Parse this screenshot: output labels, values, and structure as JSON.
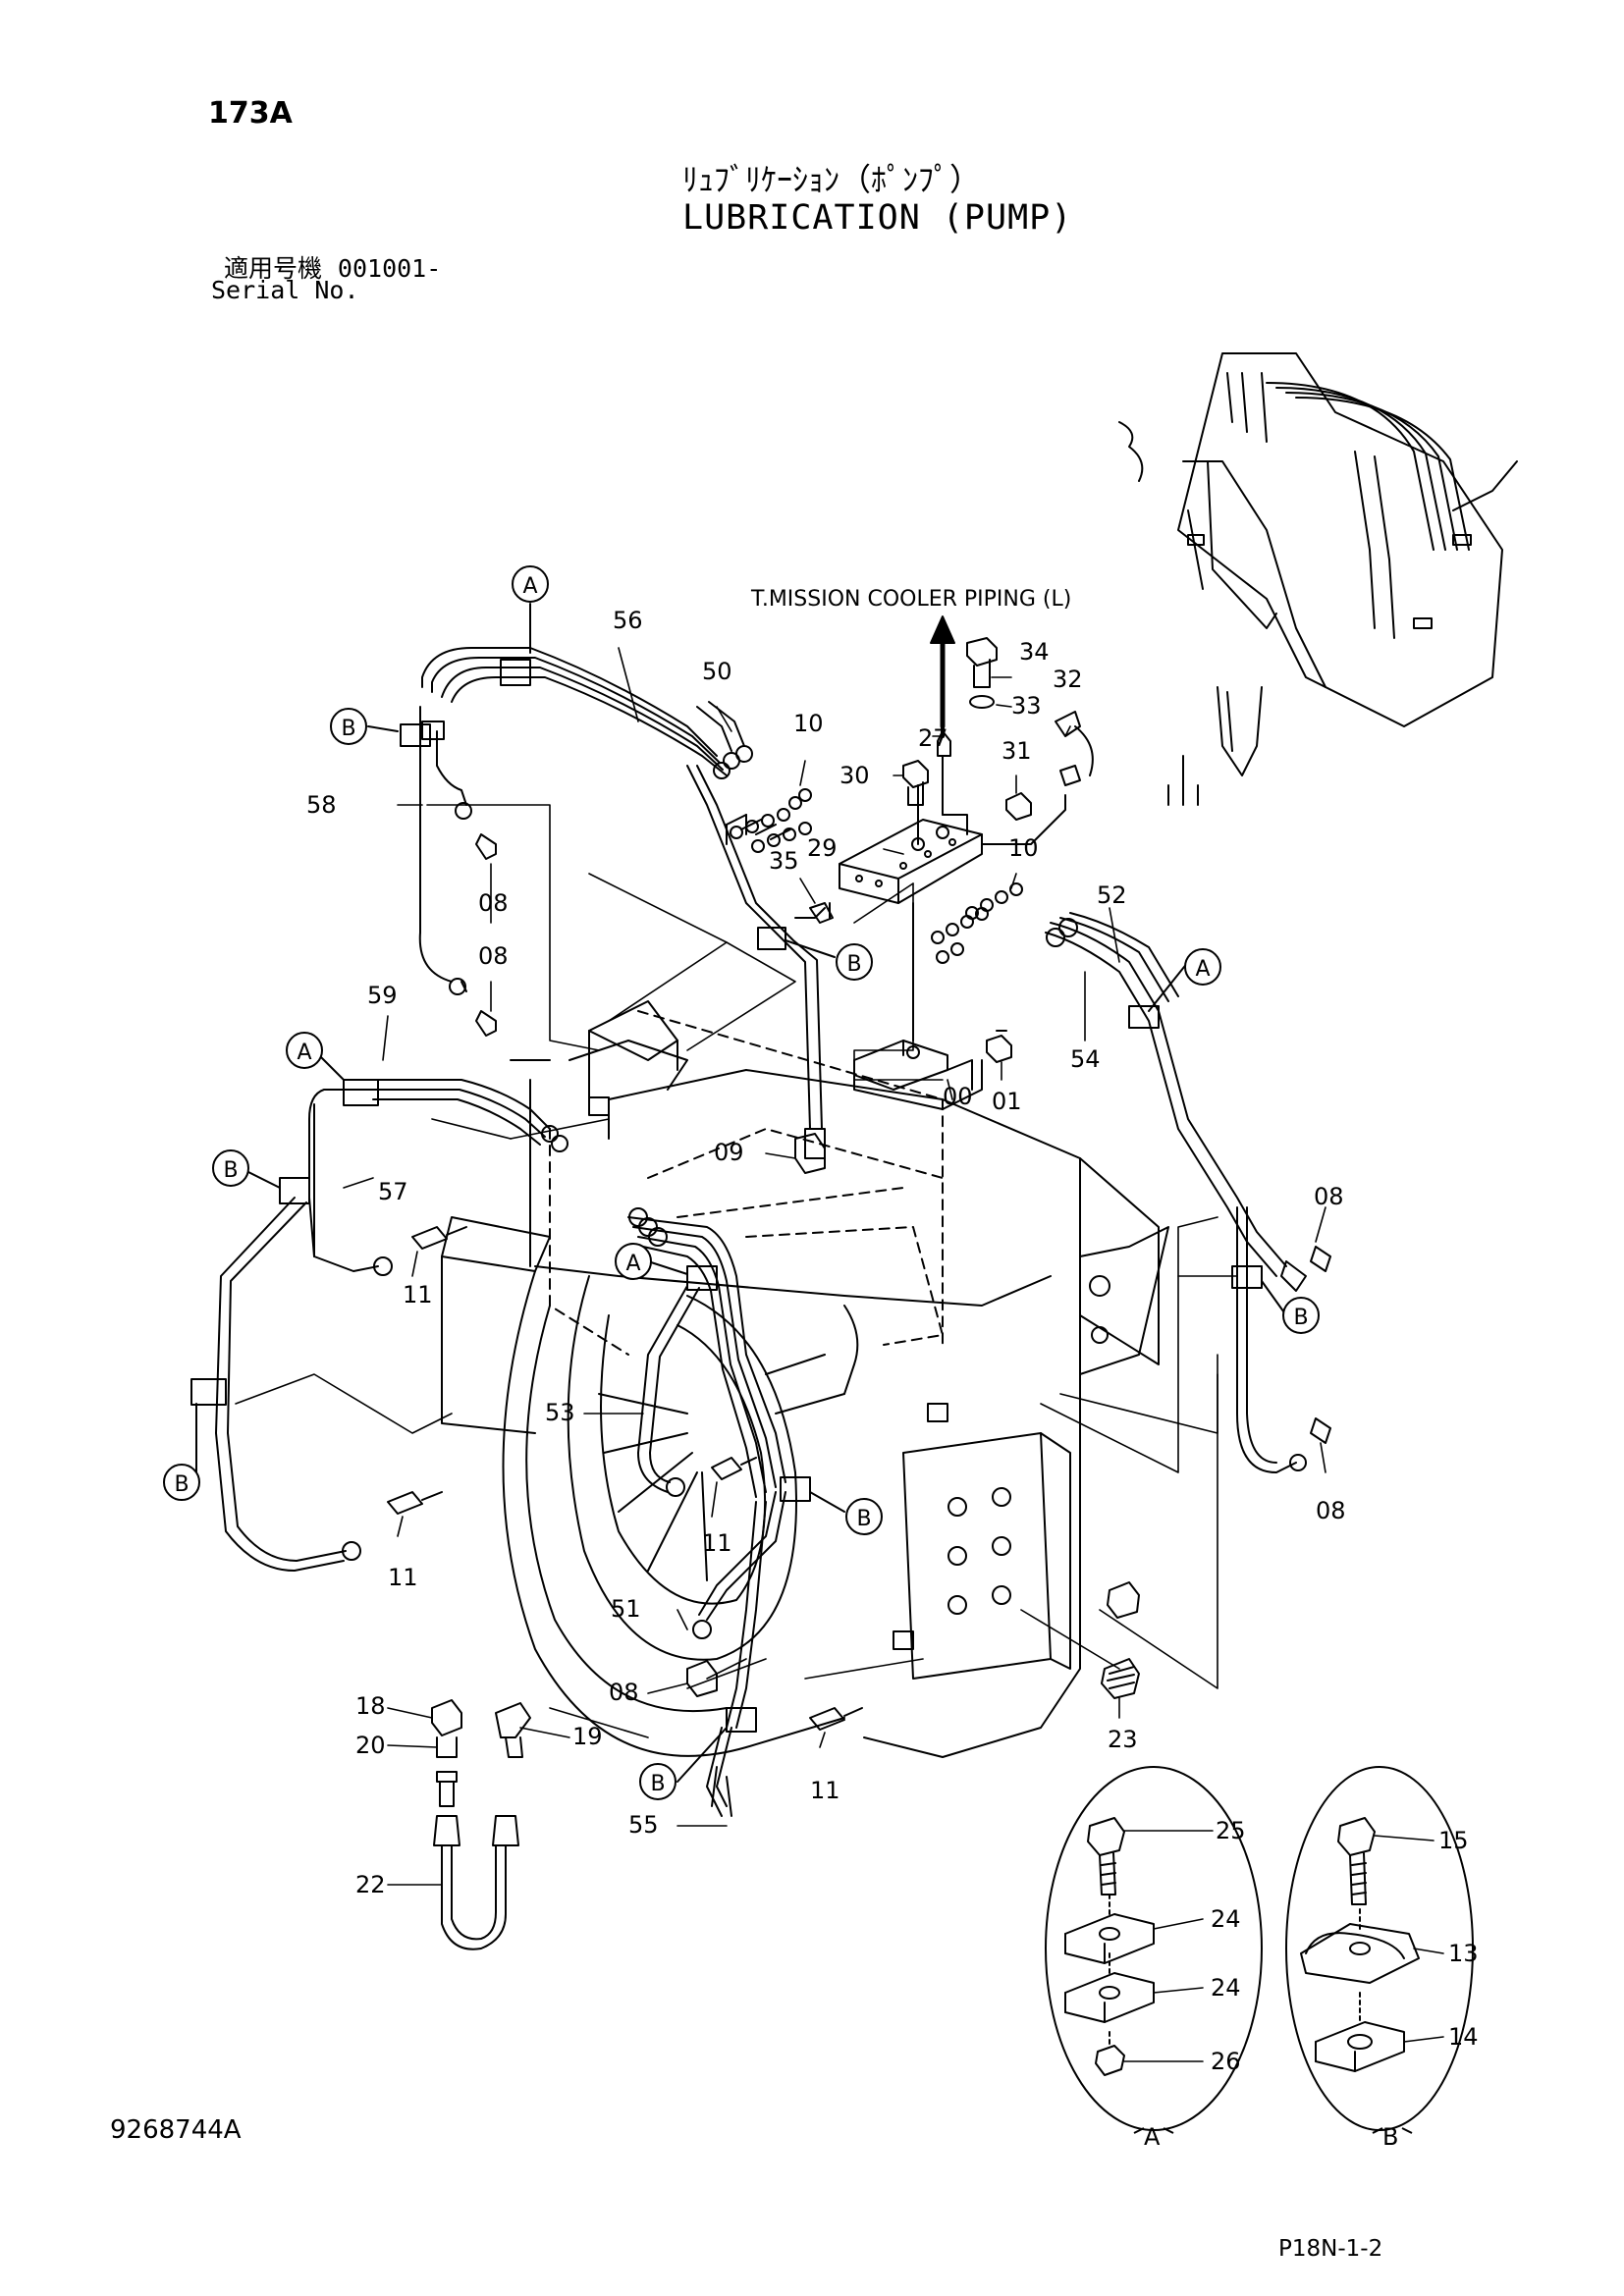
{
  "header": {
    "page_number": "173A",
    "title_jp": "ﾘｭﾌﾞﾘｹｰｼｮﾝ（ﾎﾟﾝﾌﾟ）",
    "title_en": "LUBRICATION (PUMP)",
    "serial_label_jp": "適用号機",
    "serial_range": "001001-",
    "serial_label_en": "Serial No."
  },
  "annotation": {
    "note": "T.MISSION COOLER PIPING (L)"
  },
  "callouts": {
    "c56": "56",
    "c50": "50",
    "c10a": "10",
    "c10b": "10",
    "c58": "58",
    "c08a": "08",
    "c08b": "08",
    "c08c": "08",
    "c08d": "08",
    "c08e": "08",
    "c34": "34",
    "c33": "33",
    "c32": "32",
    "c27": "27",
    "c30": "30",
    "c31": "31",
    "c29": "29",
    "c35": "35",
    "c52": "52",
    "c54": "54",
    "c59": "59",
    "c00": "00",
    "c01": "01",
    "c09": "09",
    "c57": "57",
    "c11a": "11",
    "c11b": "11",
    "c11c": "11",
    "c11d": "11",
    "c53": "53",
    "c51": "51",
    "c18": "18",
    "c19": "19",
    "c20": "20",
    "c22": "22",
    "c55": "55",
    "c23": "23",
    "c25": "25",
    "c24a": "24",
    "c24b": "24",
    "c26": "26",
    "c15": "15",
    "c13": "13",
    "c14": "14"
  },
  "ref_markers": {
    "a": "A",
    "b": "B"
  },
  "details": {
    "detail_a_label": "A",
    "detail_b_label": "B"
  },
  "footer": {
    "doc_number": "9268744A",
    "page_code": "P18N-1-2"
  }
}
